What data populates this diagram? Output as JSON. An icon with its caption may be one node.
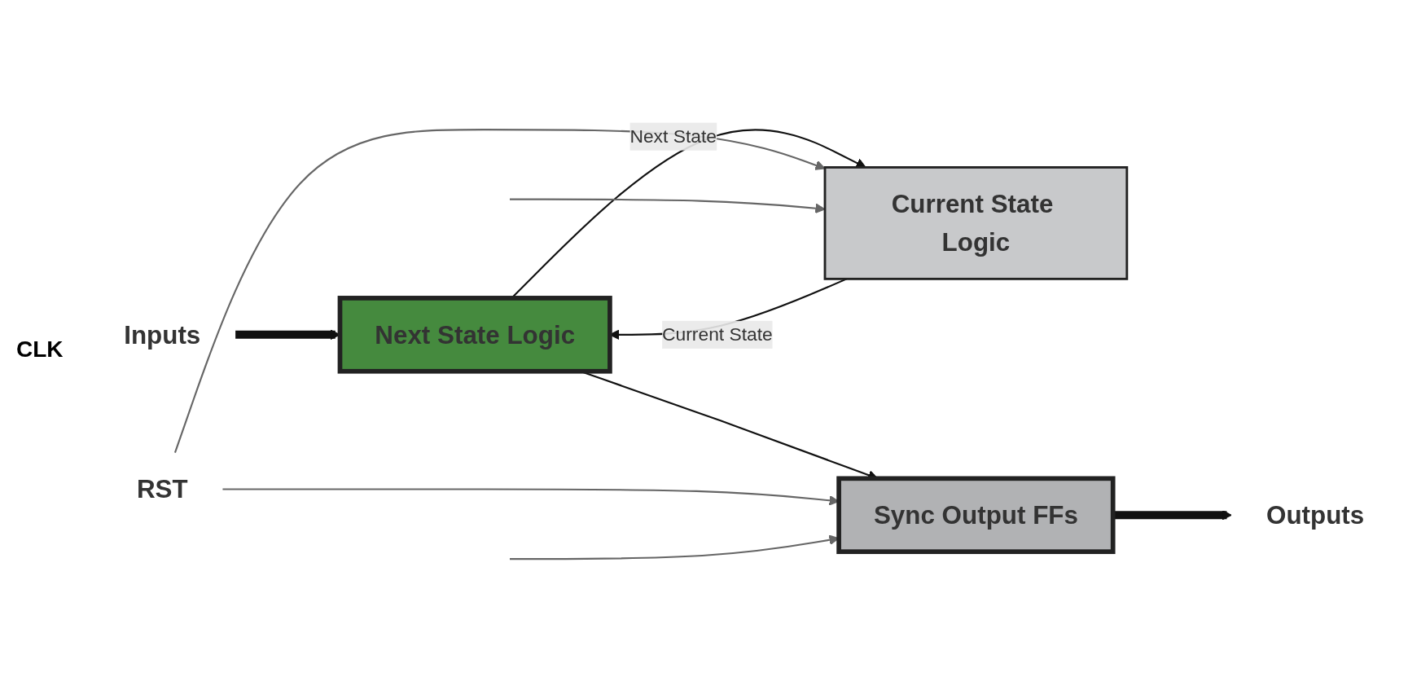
{
  "diagram": {
    "nodes": [
      {
        "text": [
          "Inputs"
        ]
      },
      {
        "text": [
          "Next State Logic"
        ]
      },
      {
        "text": [
          "Current State Logic"
        ]
      },
      {
        "text": [
          "Sync Output FFs"
        ]
      },
      {
        "text": [
          "Outputs"
        ]
      },
      {
        "text": [
          "RST"
        ]
      }
    ],
    "edges": [
      {
        "from": 0,
        "to": 1,
        "arrow": "to",
        "style": "thick"
      },
      {
        "from": 1,
        "to": 2,
        "arrow": "to",
        "label": "Next State"
      },
      {
        "from": 1,
        "to": 3,
        "arrow": "to"
      },
      {
        "from": 2,
        "to": 1,
        "arrow": "to",
        "label": "Current State"
      },
      {
        "from": 3,
        "to": 4,
        "arrow": "to",
        "style": "thick"
      },
      {
        "from": 5,
        "to": 2,
        "arrow": "to",
        "color": "#666666"
      },
      {
        "from": 5,
        "to": 3,
        "arrow": "to",
        "color": "#666666"
      },
      {
        "from": null,
        "to": 2,
        "arrow": "to",
        "color": "#666666"
      },
      {
        "from": null,
        "to": 3,
        "arrow": "to",
        "color": "#666666"
      }
    ],
    "labels": [
      "CLK"
    ]
  }
}
